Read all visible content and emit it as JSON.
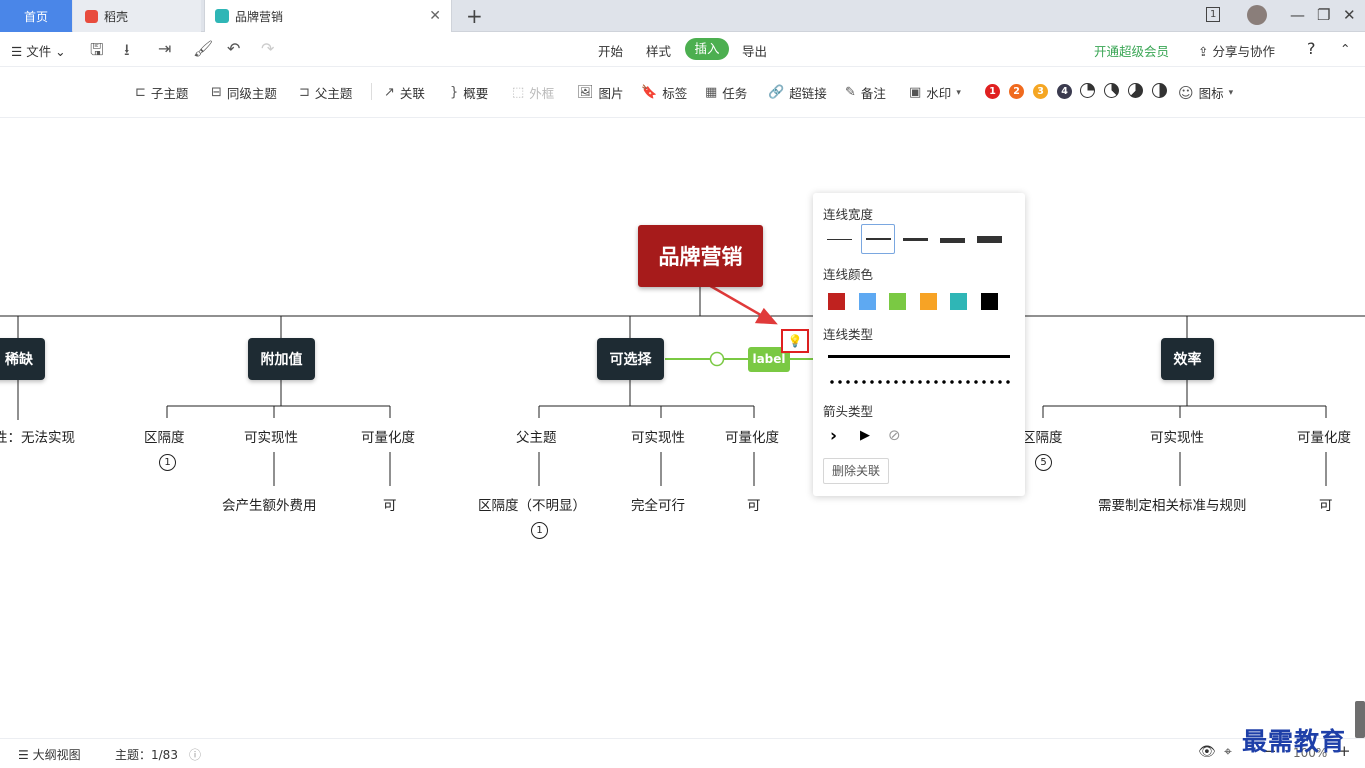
{
  "tabs": {
    "home": "首页",
    "daoke": "稻壳",
    "active": "品牌营销",
    "page_count": "1"
  },
  "menubar": {
    "file": "文件",
    "start": "开始",
    "style": "样式",
    "insert": "插入",
    "export": "导出",
    "vip": "开通超级会员",
    "share": "分享与协作",
    "help": "?"
  },
  "toolbar": {
    "subtopic": "子主题",
    "sibling": "同级主题",
    "parent": "父主题",
    "relation": "关联",
    "summary": "概要",
    "frame": "外框",
    "image": "图片",
    "tag": "标签",
    "task": "任务",
    "link": "超链接",
    "note": "备注",
    "watermark": "水印",
    "icons": "图标",
    "priorities": [
      "1",
      "2",
      "3",
      "4"
    ],
    "priority_colors": [
      "#e02020",
      "#f06a1e",
      "#f5a623",
      "#3b3b4f"
    ]
  },
  "mindmap": {
    "root": "品牌营销",
    "branches": {
      "scarce": "稀缺",
      "added_value": "附加值",
      "optional": "可选择",
      "efficiency": "效率"
    },
    "relation_label": "label",
    "leaves": {
      "scarce_sub": "性：无法实现",
      "av_c1": "区隔度",
      "av_c1_badge": "1",
      "av_c2": "可实现性",
      "av_c2_sub": "会产生额外费用",
      "av_c3": "可量化度",
      "av_c3_sub": "可",
      "op_c1": "父主题",
      "op_c1_sub": "区隔度（不明显）",
      "op_c1_badge": "1",
      "op_c2": "可实现性",
      "op_c2_sub": "完全可行",
      "op_c3": "可量化度",
      "op_c3_sub": "可",
      "ef_c1": "区隔度",
      "ef_c1_badge": "5",
      "ef_c2": "可实现性",
      "ef_c2_sub": "需要制定相关标准与规则",
      "ef_c3": "可量化度",
      "ef_c3_sub": "可"
    }
  },
  "popup": {
    "width_title": "连线宽度",
    "color_title": "连线颜色",
    "type_title": "连线类型",
    "arrow_title": "箭头类型",
    "delete": "删除关联",
    "colors": [
      "#c0221f",
      "#5ea9f2",
      "#7ac943",
      "#f7a325",
      "#2fb6b6",
      "#000000"
    ]
  },
  "statusbar": {
    "outline": "大纲视图",
    "topic": "主题：1/83",
    "zoom": "100%"
  },
  "watermark": "最需教育"
}
